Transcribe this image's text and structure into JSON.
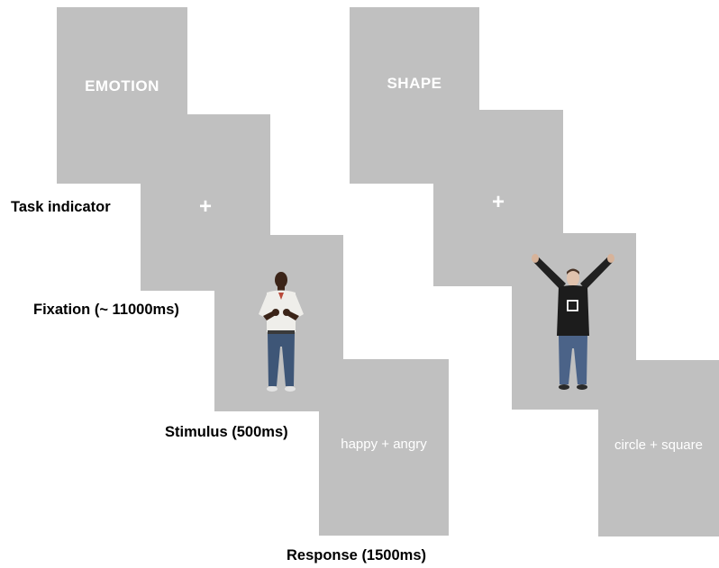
{
  "colors": {
    "screen": "#c0c0c0",
    "screen_text": "#ffffff",
    "label_text": "#000000"
  },
  "emotion_sequence": {
    "task_label": "EMOTION",
    "fixation_symbol": "+",
    "response_text": "happy + angry",
    "stimulus_figure": "man-in-white-shirt-figure"
  },
  "shape_sequence": {
    "task_label": "SHAPE",
    "fixation_symbol": "+",
    "response_text": "circle + square",
    "stimulus_figure": "man-with-raised-arms-figure"
  },
  "step_labels": {
    "task_indicator": "Task indicator",
    "fixation": "Fixation (~ 11000ms)",
    "stimulus": "Stimulus (500ms)",
    "response": "Response (1500ms)"
  }
}
